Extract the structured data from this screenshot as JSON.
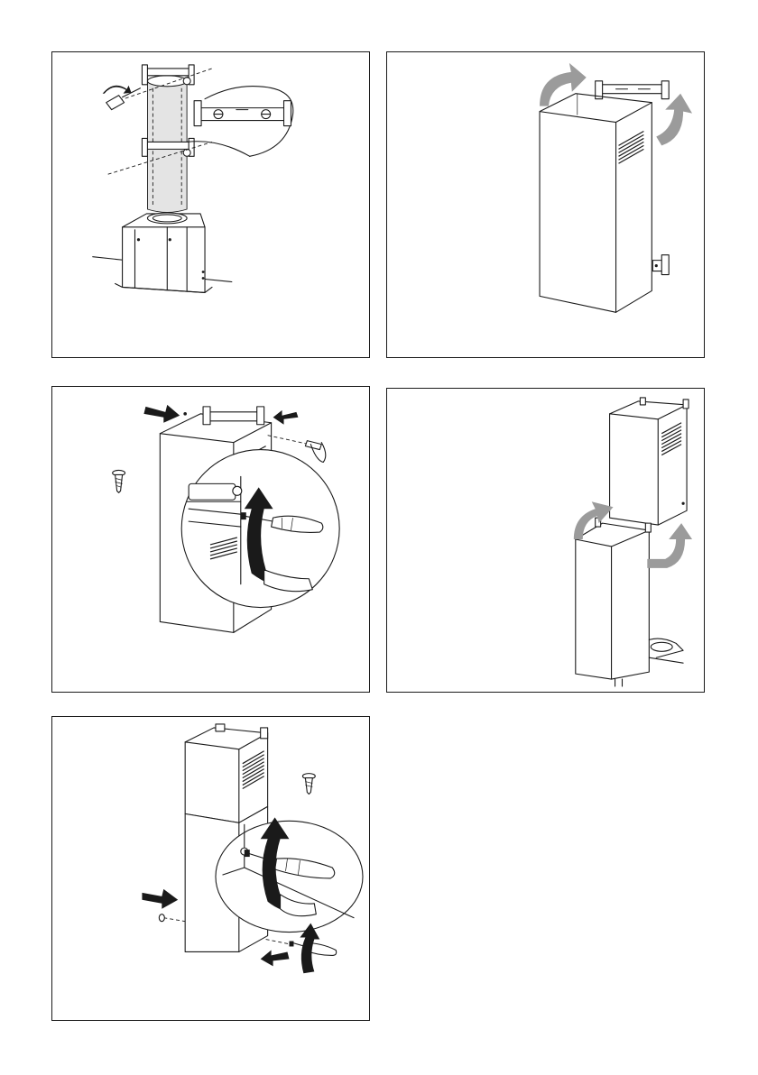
{
  "document": {
    "page": "installation-instructions",
    "steps": [
      {
        "id": 1,
        "illustration": "attach-duct-and-brackets"
      },
      {
        "id": 2,
        "illustration": "fit-upper-chimney-over-brackets"
      },
      {
        "id": 3,
        "illustration": "screw-upper-chimney-to-bracket"
      },
      {
        "id": 4,
        "illustration": "slide-lower-chimney-into-position"
      },
      {
        "id": 5,
        "illustration": "screw-lower-chimney-to-base"
      }
    ]
  },
  "colors": {
    "line": "#1a1a1a",
    "arrow_gray": "#9b9b9b",
    "duct_fill": "#e4e4e4",
    "background": "#ffffff"
  },
  "icons": [
    "screwdriver-icon",
    "screw-icon",
    "rotation-arrow-icon",
    "push-arrow-icon"
  ]
}
